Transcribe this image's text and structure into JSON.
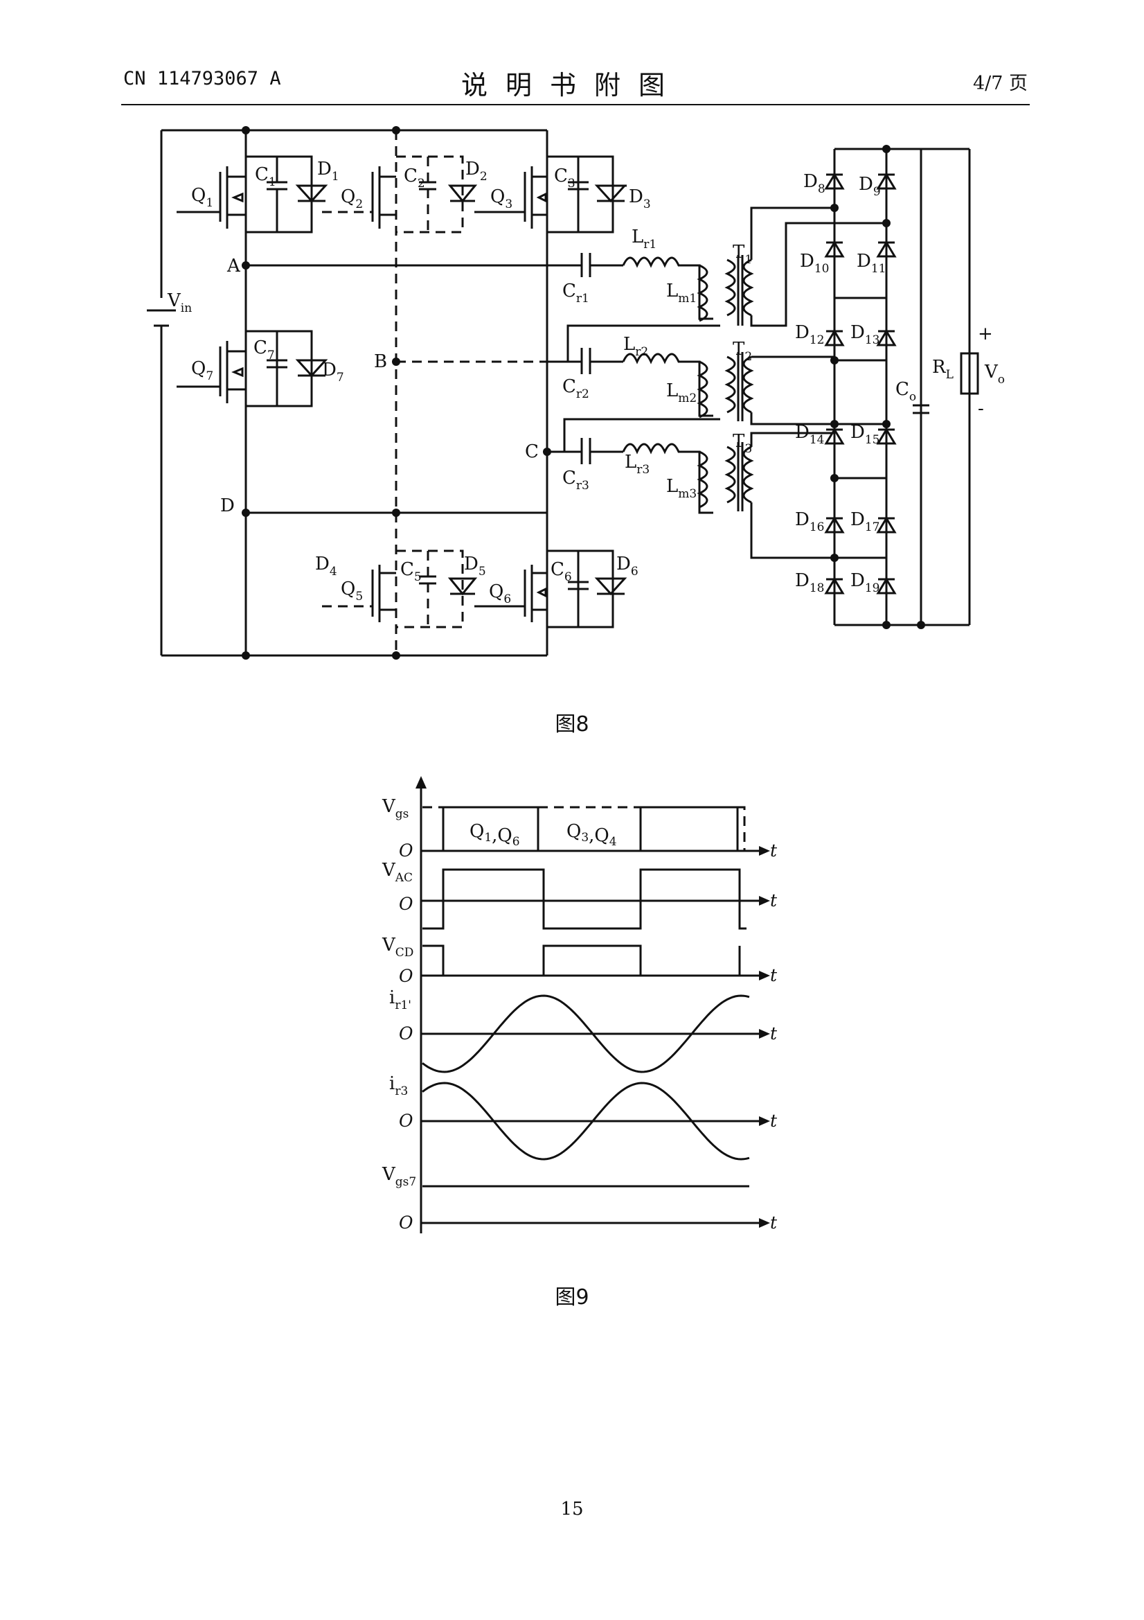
{
  "header": {
    "doc_number": "CN 114793067 A",
    "title": "说明书附图",
    "page_fraction": "4/7 页"
  },
  "figure8": {
    "caption": "图8",
    "nodes": [
      "A",
      "B",
      "C",
      "D"
    ],
    "source": {
      "main": "V",
      "sub": "in"
    },
    "switches": [
      {
        "main": "Q",
        "sub": "1"
      },
      {
        "main": "Q",
        "sub": "2"
      },
      {
        "main": "Q",
        "sub": "3"
      },
      {
        "main": "Q",
        "sub": "5"
      },
      {
        "main": "Q",
        "sub": "6"
      },
      {
        "main": "Q",
        "sub": "7"
      }
    ],
    "capacitors": [
      {
        "main": "C",
        "sub": "1"
      },
      {
        "main": "C",
        "sub": "2"
      },
      {
        "main": "C",
        "sub": "3"
      },
      {
        "main": "C",
        "sub": "5"
      },
      {
        "main": "C",
        "sub": "6"
      },
      {
        "main": "C",
        "sub": "7"
      }
    ],
    "diodes": [
      {
        "main": "D",
        "sub": "1"
      },
      {
        "main": "D",
        "sub": "2"
      },
      {
        "main": "D",
        "sub": "3"
      },
      {
        "main": "D",
        "sub": "4"
      },
      {
        "main": "D",
        "sub": "5"
      },
      {
        "main": "D",
        "sub": "6"
      },
      {
        "main": "D",
        "sub": "7"
      },
      {
        "main": "D",
        "sub": "8"
      },
      {
        "main": "D",
        "sub": "9"
      },
      {
        "main": "D",
        "sub": "10"
      },
      {
        "main": "D",
        "sub": "11"
      },
      {
        "main": "D",
        "sub": "12"
      },
      {
        "main": "D",
        "sub": "13"
      },
      {
        "main": "D",
        "sub": "14"
      },
      {
        "main": "D",
        "sub": "15"
      },
      {
        "main": "D",
        "sub": "16"
      },
      {
        "main": "D",
        "sub": "17"
      },
      {
        "main": "D",
        "sub": "18"
      },
      {
        "main": "D",
        "sub": "19"
      }
    ],
    "resonant_capacitors": [
      {
        "main": "C",
        "sub": "r1"
      },
      {
        "main": "C",
        "sub": "r2"
      },
      {
        "main": "C",
        "sub": "r3"
      }
    ],
    "resonant_inductors": [
      {
        "main": "L",
        "sub": "r1"
      },
      {
        "main": "L",
        "sub": "r2"
      },
      {
        "main": "L",
        "sub": "r3"
      }
    ],
    "magnetizing_inductors": [
      {
        "main": "L",
        "sub": "m1"
      },
      {
        "main": "L",
        "sub": "m2"
      },
      {
        "main": "L",
        "sub": "m3"
      }
    ],
    "transformers": [
      {
        "main": "T",
        "sub": "1"
      },
      {
        "main": "T",
        "sub": "2"
      },
      {
        "main": "T",
        "sub": "3"
      }
    ],
    "output_capacitor": {
      "main": "C",
      "sub": "o"
    },
    "load": {
      "main": "R",
      "sub": "L"
    },
    "output_voltage": {
      "main": "V",
      "sub": "o"
    },
    "plus_sign": "+",
    "minus_sign": "-"
  },
  "figure9": {
    "caption": "图9",
    "axis_origin": "O",
    "time_label": "t",
    "traces": [
      {
        "main": "V",
        "sub": "gs"
      },
      {
        "main": "V",
        "sub": "AC"
      },
      {
        "main": "V",
        "sub": "CD"
      },
      {
        "main": "i",
        "sub": "r1'"
      },
      {
        "main": "i",
        "sub": "r3"
      },
      {
        "main": "V",
        "sub": "gs7"
      }
    ],
    "pulse_labels": [
      {
        "a": "Q",
        "a_sub": "1",
        "b": "Q",
        "b_sub": "6"
      },
      {
        "a": "Q",
        "a_sub": "3",
        "b": "Q",
        "b_sub": "4"
      }
    ]
  },
  "page_number": "15"
}
